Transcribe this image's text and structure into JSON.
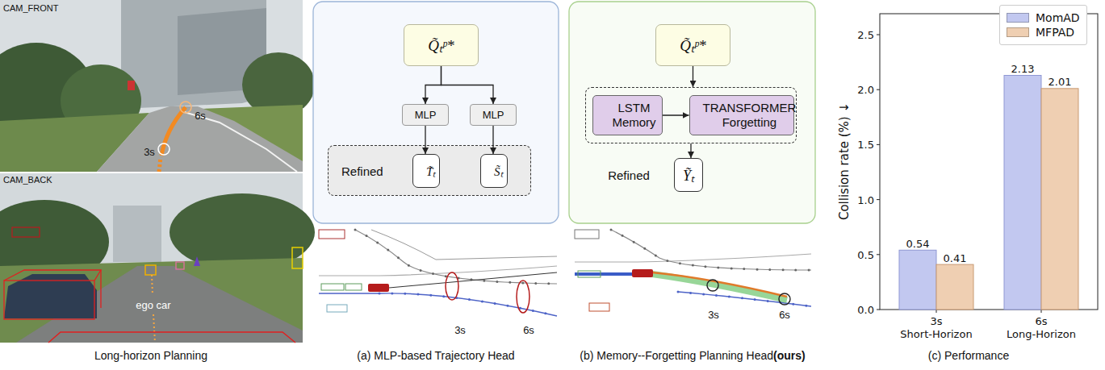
{
  "diagram": {
    "nodes": [
      {
        "text": [
          "Q̃ₜᵖ*"
        ]
      },
      {
        "text": [
          "MLP"
        ]
      },
      {
        "text": [
          "MLP"
        ]
      },
      {
        "text": [
          "Refined"
        ]
      },
      {
        "text": [
          "T̃ₜ"
        ],
        "in": 3
      },
      {
        "text": [
          "S̃ₜ"
        ],
        "in": 3
      },
      {
        "text": [
          "Q̃ₜᵖ*"
        ]
      },
      {
        "text": []
      },
      {
        "text": [
          "LSTM Memory"
        ],
        "in": 7
      },
      {
        "text": [
          "TRANSFORMER Forgetting"
        ],
        "in": 7
      },
      {
        "text": [
          "Ỹₜ"
        ]
      }
    ],
    "edges": [
      {
        "from": 0,
        "to": 1,
        "arrow": "to"
      },
      {
        "from": 0,
        "to": 2,
        "arrow": "to"
      },
      {
        "from": 1,
        "to": 4,
        "arrow": "to"
      },
      {
        "from": 2,
        "to": 5,
        "arrow": "to"
      },
      {
        "from": 6,
        "to": 7,
        "arrow": "to"
      },
      {
        "from": 8,
        "to": 9,
        "arrow": "to"
      },
      {
        "from": 7,
        "to": 10,
        "arrow": "to"
      }
    ],
    "labels": [
      "CAM_FRONT",
      "6s",
      "3s",
      "CAM_BACK",
      "ego car",
      "Long-horizon Planning",
      "3s",
      "6s",
      "(a) MLP-based Trajectory Head",
      "Refined",
      "3s",
      "6s",
      "(b) Memory--Forgetting Planning Head",
      "(ours)",
      "2.5",
      "2.0",
      "1.5",
      "1.0",
      "0.5",
      "0.0",
      "Collision rate (%) ↓",
      "0.54",
      "0.41",
      "2.13",
      "2.01",
      "3s",
      "Short-Horizon",
      "6s",
      "Long-Horizon",
      "(c) Performance"
    ],
    "legend": [
      {
        "text": "MomAD",
        "color": "#c2c8f0"
      },
      {
        "text": "MFPAD",
        "color": "#efcfb2"
      }
    ]
  }
}
